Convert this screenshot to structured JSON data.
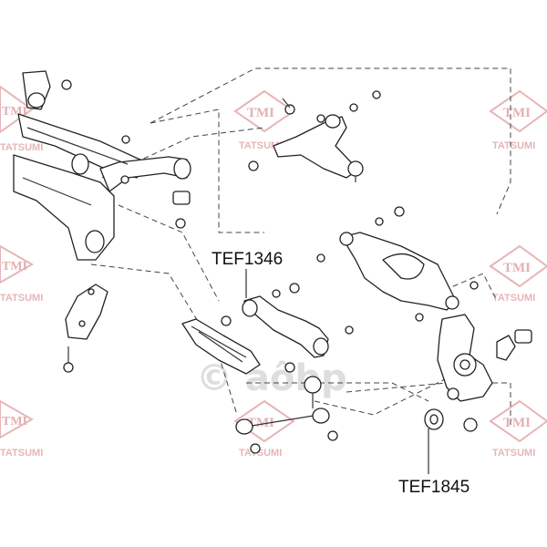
{
  "watermark": {
    "logo_text": "TMI",
    "brand_text": "TATSUMI",
    "center_text": "© aôbp",
    "color": "#e3a9ab"
  },
  "labels": {
    "tef1346": "TEF1346",
    "tef1845": "TEF1845"
  },
  "colors": {
    "line": "#222222",
    "background": "#ffffff"
  }
}
